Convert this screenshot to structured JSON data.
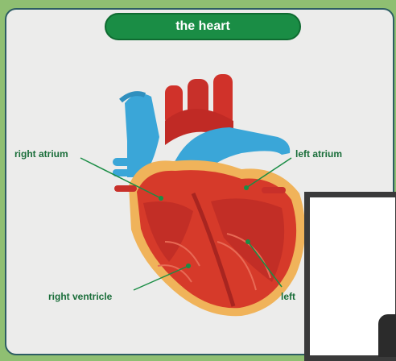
{
  "title": "the heart",
  "labels": {
    "right_atrium": "right atrium",
    "left_atrium": "left atrium",
    "right_ventricle": "right ventricle",
    "left_ventricle_partial": "left"
  },
  "colors": {
    "title_bg": "#1a8d45",
    "label_text": "#1a6e3a",
    "heart_red": "#d63a2a",
    "vessel_blue": "#3aa6d8"
  }
}
